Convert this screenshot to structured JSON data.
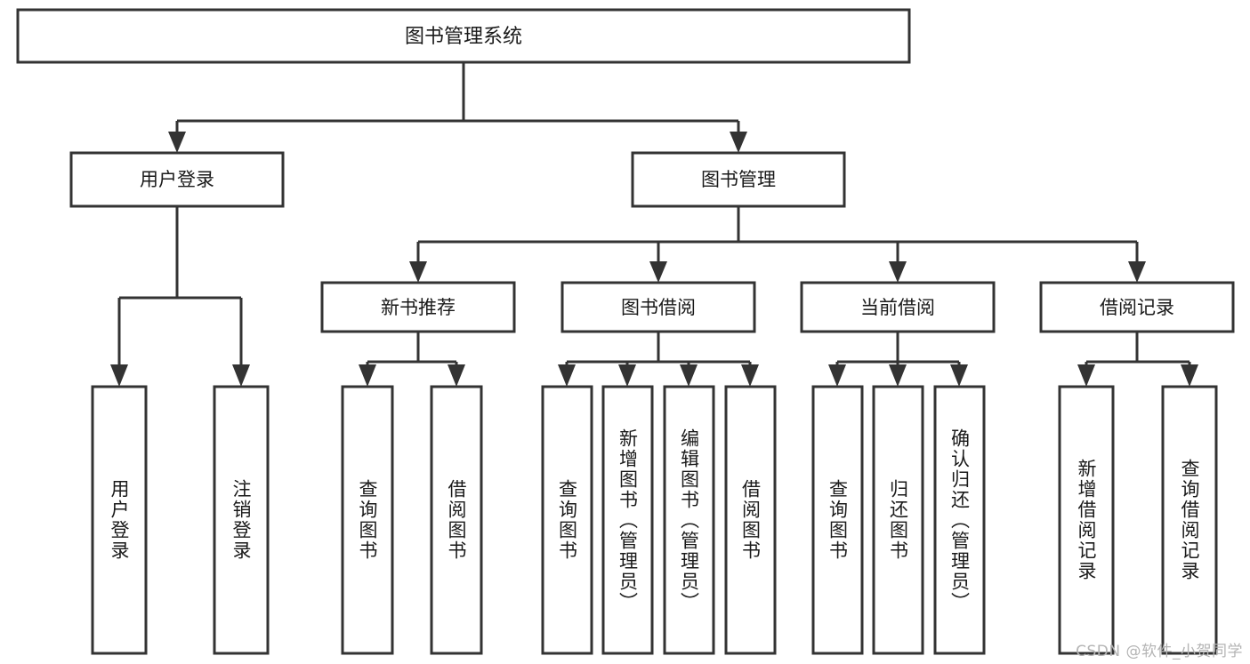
{
  "diagram": {
    "type": "hierarchy-tree",
    "title": "图书管理系统",
    "background_color": "#ffffff",
    "line_color": "#333333",
    "box_fill": "#ffffff",
    "text_color": "#1a1a1a",
    "watermark": "CSDN @软件_小贺同学",
    "watermark_color": "#b4b4b4",
    "levels": 4,
    "nodes": {
      "root": {
        "label": "图书管理系统",
        "orientation": "horizontal"
      },
      "l1": [
        {
          "label": "用户登录",
          "orientation": "horizontal"
        },
        {
          "label": "图书管理",
          "orientation": "horizontal"
        }
      ],
      "l2": [
        {
          "label": "新书推荐",
          "orientation": "horizontal"
        },
        {
          "label": "图书借阅",
          "orientation": "horizontal"
        },
        {
          "label": "当前借阅",
          "orientation": "horizontal"
        },
        {
          "label": "借阅记录",
          "orientation": "horizontal"
        }
      ],
      "leaves": [
        {
          "label": "用户登录",
          "parent": "用户登录",
          "orientation": "vertical"
        },
        {
          "label": "注销登录",
          "parent": "用户登录",
          "orientation": "vertical"
        },
        {
          "label": "查询图书",
          "parent": "新书推荐",
          "orientation": "vertical"
        },
        {
          "label": "借阅图书",
          "parent": "新书推荐",
          "orientation": "vertical"
        },
        {
          "label": "查询图书",
          "parent": "图书借阅",
          "orientation": "vertical"
        },
        {
          "label": "新增图书（管理员）",
          "parent": "图书借阅",
          "orientation": "vertical"
        },
        {
          "label": "编辑图书（管理员）",
          "parent": "图书借阅",
          "orientation": "vertical"
        },
        {
          "label": "借阅图书",
          "parent": "图书借阅",
          "orientation": "vertical"
        },
        {
          "label": "查询图书",
          "parent": "当前借阅",
          "orientation": "vertical"
        },
        {
          "label": "归还图书",
          "parent": "当前借阅",
          "orientation": "vertical"
        },
        {
          "label": "确认归还（管理员）",
          "parent": "当前借阅",
          "orientation": "vertical"
        },
        {
          "label": "新增借阅记录",
          "parent": "借阅记录",
          "orientation": "vertical"
        },
        {
          "label": "查询借阅记录",
          "parent": "借阅记录",
          "orientation": "vertical"
        }
      ]
    }
  }
}
